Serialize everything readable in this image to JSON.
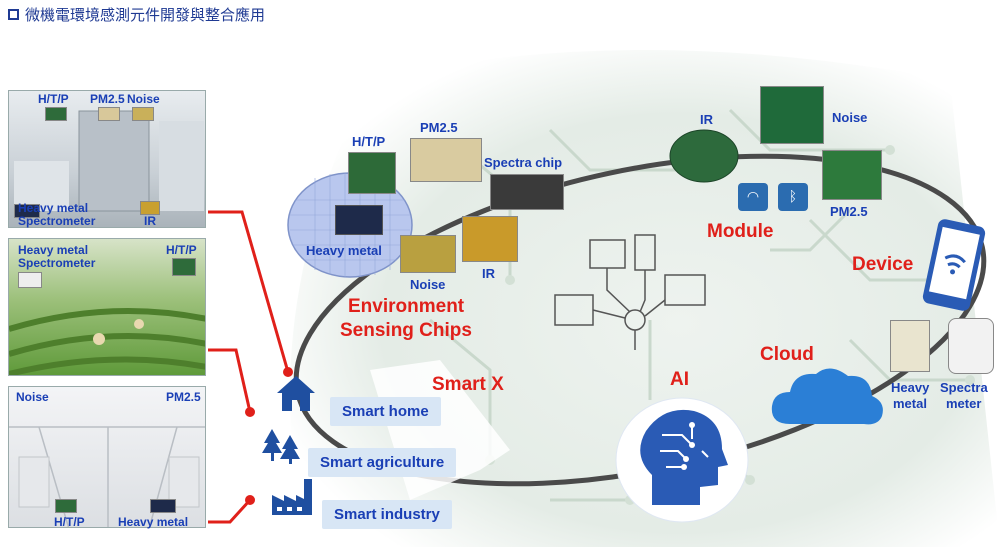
{
  "title": "微機電環境感測元件開發與整合應用",
  "photos": {
    "home": {
      "labels": [
        "H/T/P",
        "PM2.5",
        "Noise",
        "Heavy metal",
        "Spectrometer",
        "IR"
      ]
    },
    "agriculture": {
      "labels": [
        "Heavy metal",
        "Spectrometer",
        "H/T/P"
      ]
    },
    "industry": {
      "labels": [
        "Noise",
        "PM2.5",
        "H/T/P",
        "Heavy metal"
      ]
    }
  },
  "chips": {
    "htp": "H/T/P",
    "pm25": "PM2.5",
    "spectra": "Spectra chip",
    "heavy_metal": "Heavy metal",
    "noise": "Noise",
    "ir": "IR"
  },
  "module": {
    "ir": "IR",
    "noise": "Noise",
    "pm25": "PM2.5"
  },
  "sections": {
    "env_line1": "Environment",
    "env_line2": "Sensing Chips",
    "module": "Module",
    "device": "Device",
    "cloud": "Cloud",
    "ai": "AI",
    "smart_x": "Smart X"
  },
  "devices": {
    "heavy1": "Heavy",
    "heavy2": "metal",
    "spec1": "Spectra",
    "spec2": "meter"
  },
  "applications": [
    "Smart home",
    "Smart agriculture",
    "Smart industry"
  ],
  "colors": {
    "label_blue": "#1a3fb5",
    "accent_red": "#e0201a",
    "app_bg": "#d8e6f5"
  }
}
